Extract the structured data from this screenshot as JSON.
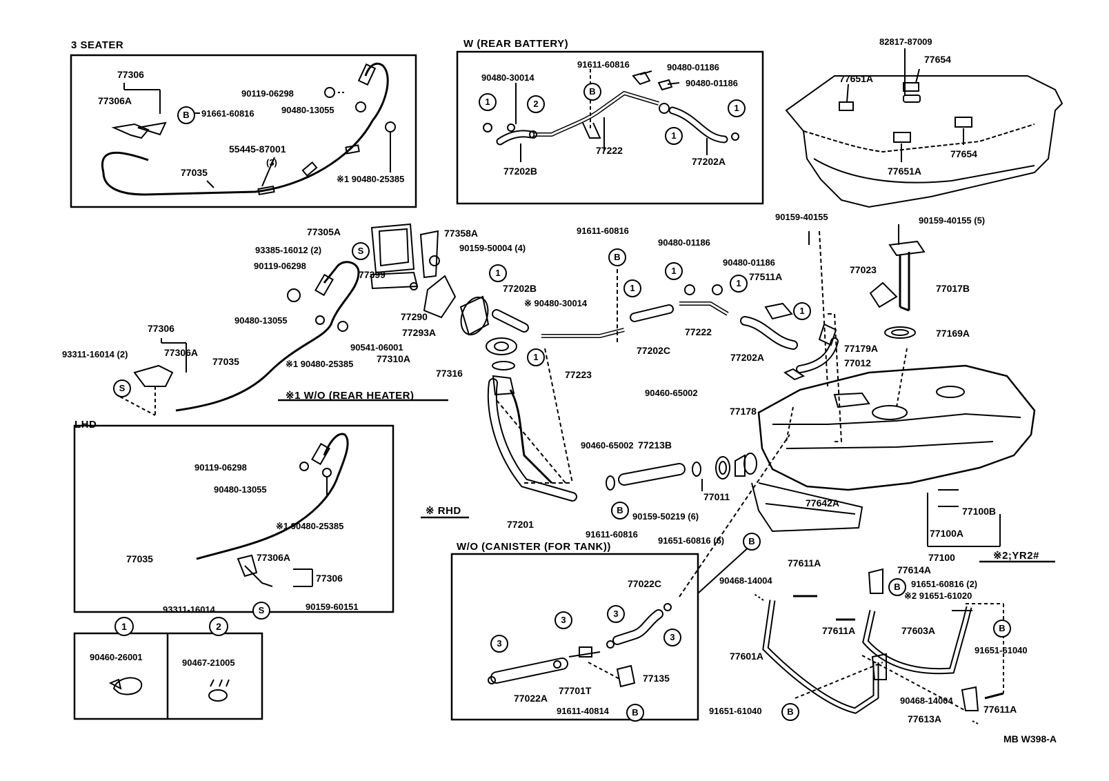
{
  "headings": {
    "three_seater": "3 SEATER",
    "w_rear_battery": "W (REAR BATTERY)",
    "wo_rear_heater": "※1 W/O (REAR HEATER)",
    "lhd": "LHD",
    "rhd": "※ RHD",
    "wo_canister": "W/O (CANISTER (FOR TANK))",
    "yr2": "※2;YR2#",
    "drawing_code": "MB W398-A"
  },
  "legend": {
    "clamp1_code": "90460-26001",
    "clamp2_code": "90467-21005",
    "clamp1_mark": "1",
    "clamp2_mark": "2"
  },
  "parts": {
    "p77306_top": "77306",
    "p77306a_top": "77306A",
    "p91661": "91661-60816",
    "p90119_top": "90119-06298",
    "p90480_13055_top": "90480-13055",
    "p55445": "55445-87001",
    "p55445_qty": "(3)",
    "p77035_top": "77035",
    "p90480_25385_top": "※1 90480-25385",
    "rb_90480_30014": "90480-30014",
    "rb_91611": "91611-60816",
    "rb_90480_01186a": "90480-01186",
    "rb_90480_01186b": "90480-01186",
    "rb_77222": "77222",
    "rb_77202b": "77202B",
    "rb_77202a": "77202A",
    "t_82817": "82817-87009",
    "t_77654a": "77654",
    "t_77651a_top": "77651A",
    "t_77654b": "77654",
    "t_77651a_bot": "77651A",
    "m_77305a": "77305A",
    "m_77358a": "77358A",
    "m_93385": "93385-16012 (2)",
    "m_90159_50004": "90159-50004 (4)",
    "m_90119": "90119-06298",
    "m_77399": "77399",
    "m_90480_13055": "90480-13055",
    "m_77290": "77290",
    "m_77293a": "77293A",
    "m_77306": "77306",
    "m_77306a": "77306A",
    "m_93311": "93311-16014 (2)",
    "m_77035": "77035",
    "m_90541": "90541-06001",
    "m_77310a": "77310A",
    "m_90480_25385": "※1 90480-25385",
    "m_77316": "77316",
    "m_91611_top": "91611-60816",
    "m_77202b": "77202B",
    "m_90480_30014": "※ 90480-30014",
    "m_77223": "77223",
    "m_77202c": "77202C",
    "m_90480_01186a": "90480-01186",
    "m_90480_01186b": "90480-01186",
    "m_77222": "77222",
    "m_77511a": "77511A",
    "m_77202a": "77202A",
    "m_90159_40155a": "90159-40155",
    "m_90159_40155b": "90159-40155 (5)",
    "m_77023": "77023",
    "m_77017b": "77017B",
    "m_77169a": "77169A",
    "m_77179a": "77179A",
    "m_77012": "77012",
    "m_90460_65002a": "90460-65002",
    "m_90460_65002b": "90460-65002",
    "m_77178": "77178",
    "m_77213b": "77213B",
    "m_77011": "77011",
    "m_77201": "77201",
    "m_91611_bot": "91611-60816",
    "m_90159_50219": "90159-50219 (6)",
    "m_91651_60816_6": "91651-60816 (6)",
    "m_77642a": "77642A",
    "m_77100b": "77100B",
    "m_77100a": "77100A",
    "m_77100": "77100",
    "l_90119": "90119-06298",
    "l_90480_13055": "90480-13055",
    "l_90480_25385": "※1 90480-25385",
    "l_77035": "77035",
    "l_77306a": "77306A",
    "l_77306": "77306",
    "l_93311": "93311-16014",
    "l_90159_60151": "90159-60151",
    "c_77022c": "77022C",
    "c_77022a": "77022A",
    "c_77701t": "77701T",
    "c_77135": "77135",
    "c_91611_40814": "91611-40814",
    "b_90468_14004a": "90468-14004",
    "b_77611a_top": "77611A",
    "b_77614a": "77614A",
    "b_91651_60816_2": "91651-60816 (2)",
    "b_91651_61020": "※2 91651-61020",
    "b_77611a_mid": "77611A",
    "b_77603a": "77603A",
    "b_77601a": "77601A",
    "b_91651_61040a": "91651-61040",
    "b_91651_61040b": "91651-61040",
    "b_90468_14004b": "90468-14004",
    "b_77613a": "77613A",
    "b_77611a_bot": "77611A"
  },
  "marks": {
    "S": "S",
    "B": "B",
    "one": "1",
    "two": "2",
    "three": "3"
  }
}
